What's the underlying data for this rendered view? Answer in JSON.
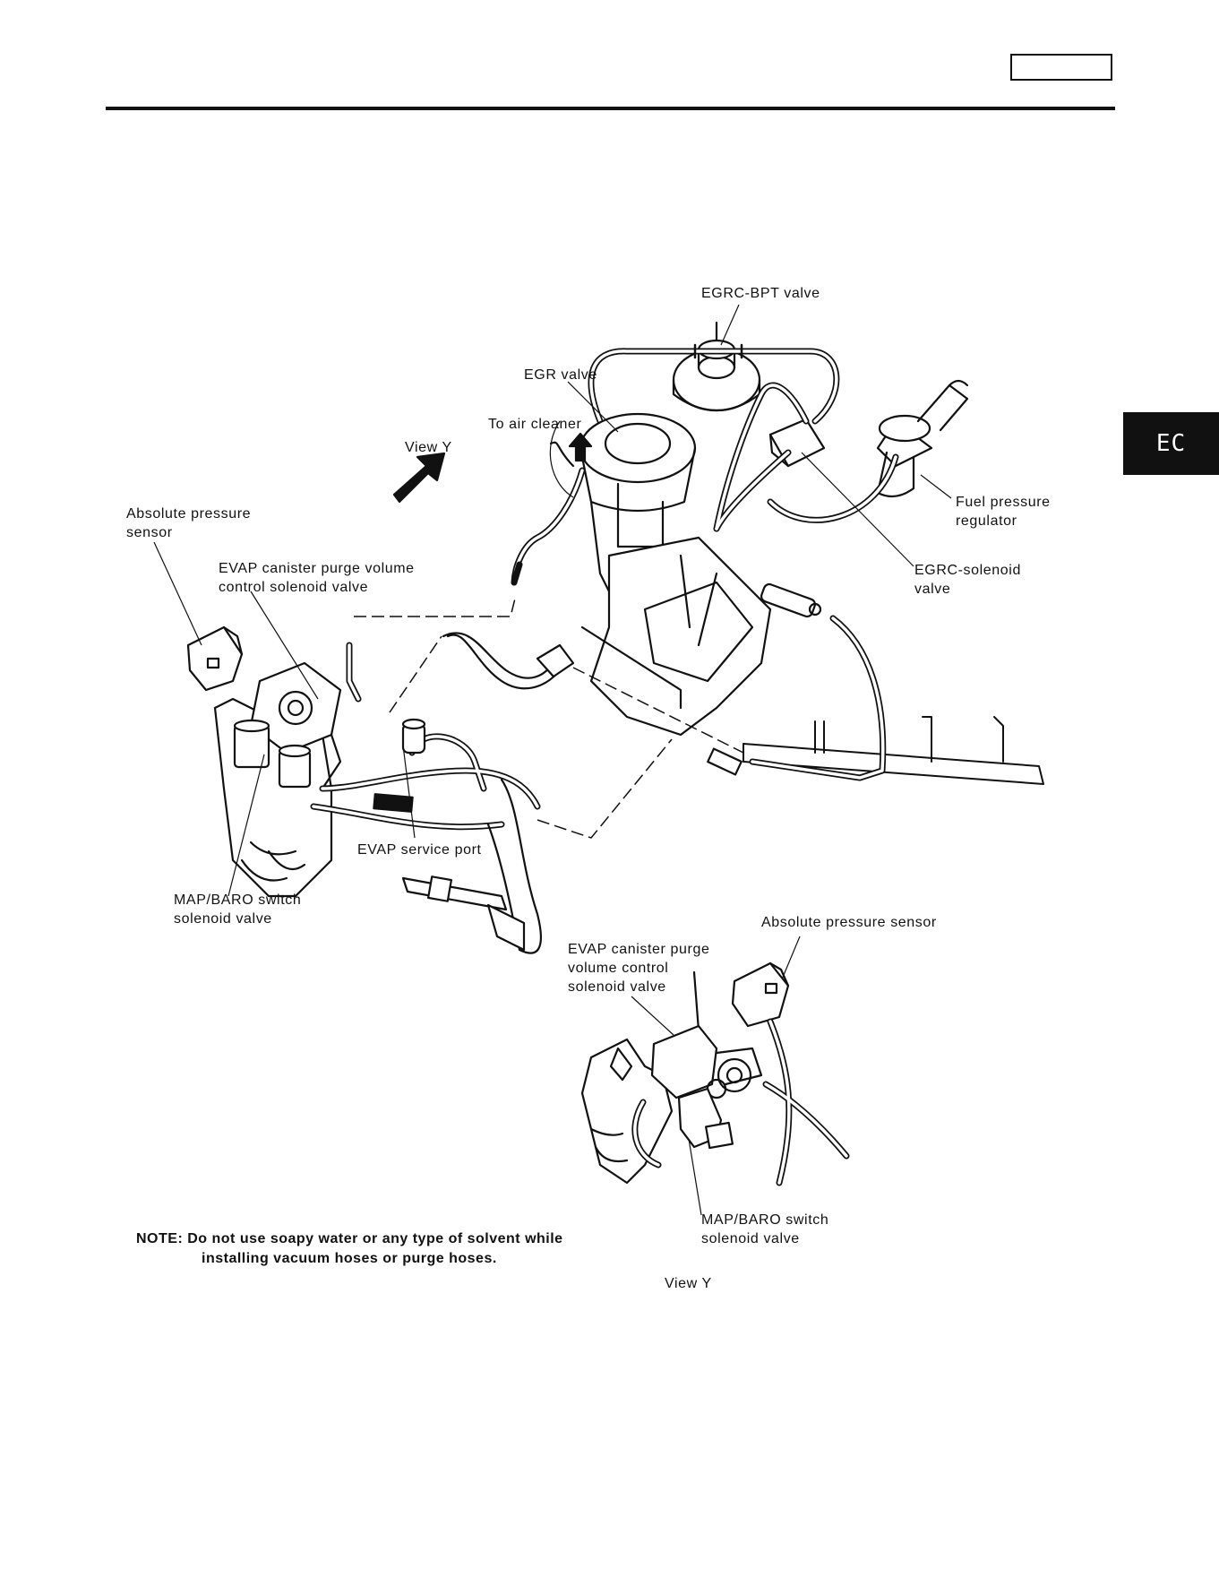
{
  "header": {
    "section_tab": "EC"
  },
  "labels": {
    "egrc_bpt_valve": "EGRC-BPT valve",
    "egr_valve": "EGR valve",
    "to_air_cleaner": "To air cleaner",
    "view_y_arrow": "View Y",
    "absolute_pressure_sensor_main": "Absolute pressure\nsensor",
    "evap_purge_main": "EVAP canister purge volume\ncontrol solenoid valve",
    "fuel_pressure_regulator": "Fuel pressure\nregulator",
    "egrc_solenoid_valve": "EGRC-solenoid\nvalve",
    "evap_service_port": "EVAP service port",
    "map_baro_main": "MAP/BARO switch\nsolenoid valve",
    "absolute_pressure_sensor_view": "Absolute pressure sensor",
    "evap_purge_view": "EVAP canister purge\nvolume control\nsolenoid valve",
    "map_baro_view": "MAP/BARO switch\nsolenoid valve"
  },
  "note": {
    "line1": "NOTE: Do not use soapy water or any type of solvent while",
    "line2": "installing vacuum hoses or purge hoses."
  },
  "caption": "View Y"
}
